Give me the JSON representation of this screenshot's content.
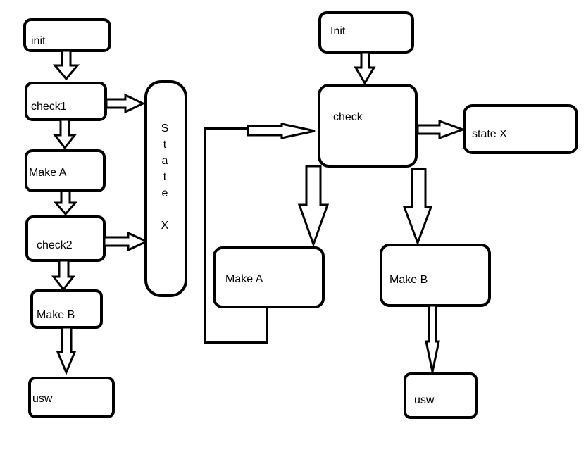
{
  "left_flow": {
    "init": "init",
    "check1": "check1",
    "make_a": "Make A",
    "check2": "check2",
    "make_b": "Make B",
    "usw": "usw",
    "state_x_letters": [
      "S",
      "t",
      "a",
      "t",
      "e",
      "X"
    ]
  },
  "right_flow": {
    "init": "Init",
    "check": "check",
    "state_x": "state X",
    "make_a": "Make A",
    "make_b": "Make B",
    "usw": "usw"
  }
}
